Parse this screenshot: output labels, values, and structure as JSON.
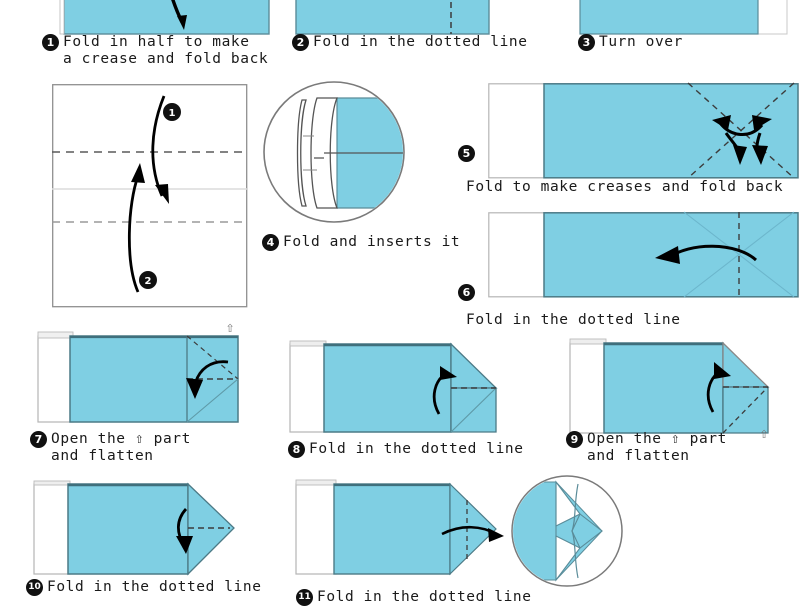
{
  "document": {
    "title": "Origami folding instructions",
    "colors": {
      "paper_blue": "#7FCFE3",
      "paper_white": "#FFFFFF",
      "outline": "#5A8C99",
      "dark_edge": "#4C7A86",
      "crease_dashed": "#4A4A4A",
      "arrow_black": "#000000",
      "text": "#1A1A1A",
      "bullet_bg": "#111111"
    }
  },
  "steps": [
    {
      "number": "1",
      "label": "1",
      "caption": "Fold in half to make\na crease and fold back",
      "figure": "blue-rectangle-with-down-arrow"
    },
    {
      "number": "2",
      "label": "2",
      "caption": "Fold in the dotted line",
      "figure": "blue-rectangle-vertical-dashed-line"
    },
    {
      "number": "3",
      "label": "3",
      "caption": "Turn over",
      "figure": "blue-rectangle-with-white-flap-right"
    },
    {
      "number": "4",
      "label": "4",
      "caption": "Fold and inserts it",
      "figure": "white-square-two-dashed-creases-two-curved-arrows",
      "sub_labels": [
        "1",
        "2"
      ],
      "detail_view": "circular-magnifier-folded-edge"
    },
    {
      "number": "5",
      "label": "5",
      "caption": "Fold to make creases and fold back",
      "figure": "blue-rectangle-x-diagonals-four-arrowheads"
    },
    {
      "number": "6",
      "label": "6",
      "caption": "Fold in the dotted line",
      "figure": "blue-rectangle-x-creases-vertical-dash-left-arrow"
    },
    {
      "number": "7",
      "label": "7",
      "caption": "Open the ⇧ part\nand flatten",
      "figure": "blue-rectangle-corner-dashed-down-arrow",
      "marker_glyph": "⇧"
    },
    {
      "number": "8",
      "label": "8",
      "caption": "Fold in the dotted line",
      "figure": "blue-rectangle-folded-corner-up-arrow"
    },
    {
      "number": "9",
      "label": "9",
      "caption": "Open the ⇧ part\nand flatten",
      "figure": "blue-rectangle-folded-corner-dashed-up-arrow",
      "marker_glyph": "⇧"
    },
    {
      "number": "10",
      "label": "10",
      "caption": "Fold in the dotted line",
      "figure": "blue-arrow-shape-dashed-center-down-arrow"
    },
    {
      "number": "11",
      "label": "11",
      "caption": "Fold in the dotted line",
      "figure": "blue-arrow-shape-with-magnified-pinwheel-detail",
      "detail_view": "circular-magnifier-pinwheel"
    }
  ]
}
